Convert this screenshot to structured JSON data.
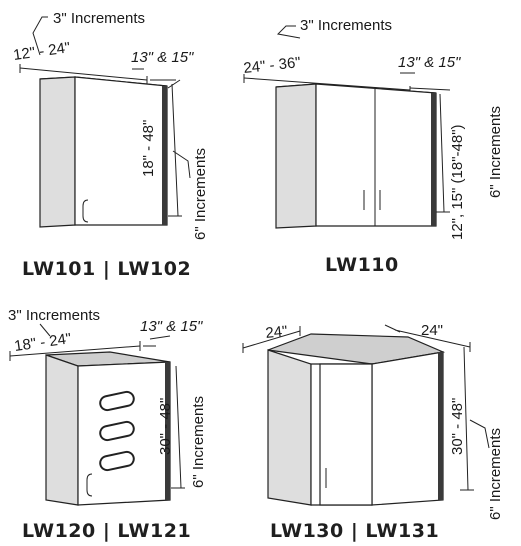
{
  "colors": {
    "top": "#cfcfcf",
    "front": "#ffffff",
    "side": "#dedede",
    "shadow": "#3a3a3a",
    "line": "#222222"
  },
  "cabinets": [
    {
      "model": "LW101 | LW102",
      "increment_note": "3\" Increments",
      "width": "12\" - 24\"",
      "depth_a": "13\"",
      "depth_sep": "&",
      "depth_b": "15\"",
      "height": "18\" - 48\"",
      "height_increment": "6\" Increments"
    },
    {
      "model": "LW110",
      "increment_note": "3\" Increments",
      "width": "24\" - 36\"",
      "depth_a": "13\"",
      "depth_sep": "&",
      "depth_b": "15\"",
      "height": "12\", 15\" (18\"-48\")",
      "height_increment": "6\" Increments"
    },
    {
      "model": "LW120 | LW121",
      "increment_note": "3\" Increments",
      "width": "18\" - 24\"",
      "depth_a": "13\"",
      "depth_sep": "&",
      "depth_b": "15\"",
      "height": "30\" - 48\"",
      "height_increment": "6\" Increments"
    },
    {
      "model": "LW130 | LW131",
      "width_left": "24\"",
      "width_right": "24\"",
      "height": "30\" - 48\"",
      "height_increment": "6\" Increments"
    }
  ]
}
